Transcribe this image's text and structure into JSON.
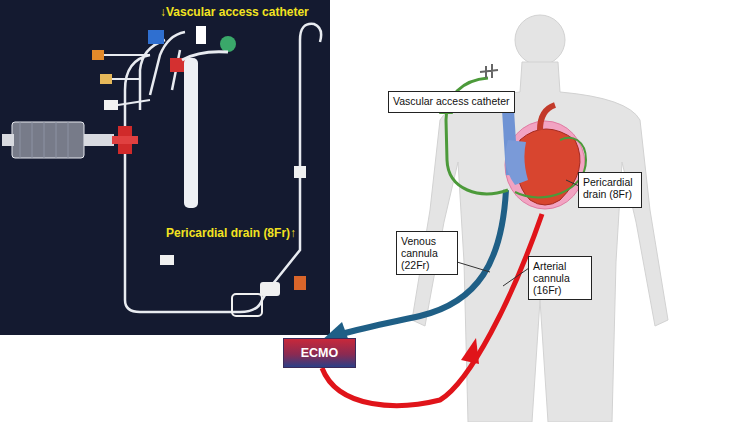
{
  "diagram": {
    "nodes": [
      {
        "text": [
          "Vascular access catheter"
        ]
      },
      {
        "text": [
          "Pericardial drain (8Fr)"
        ]
      },
      {
        "text": [
          "Venous cannula (22Fr)"
        ]
      },
      {
        "text": [
          "Arterial cannula (16Fr)"
        ]
      },
      {
        "text": [
          "ECMO"
        ]
      }
    ],
    "labels": [
      "↓Vascular access catheter",
      "Pericardial drain (8Fr)↑"
    ]
  }
}
